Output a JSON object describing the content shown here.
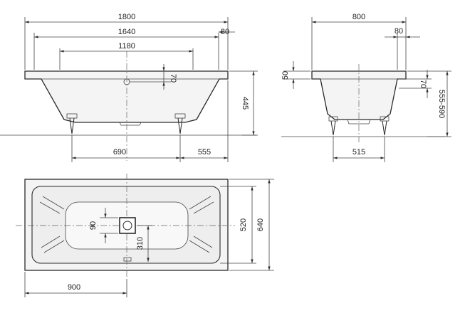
{
  "dimensions": {
    "side_view": {
      "overall_length": "1800",
      "inner_length": "1640",
      "bottom_length": "1180",
      "rim_offset": "80",
      "overflow_height": "70",
      "height": "445",
      "leg_to_center": "690",
      "leg_to_end": "555"
    },
    "end_view": {
      "overall_width": "800",
      "rim_offset": "80",
      "rim_height": "50",
      "overflow_height": "70",
      "total_height": "555-590",
      "leg_spacing": "515"
    },
    "top_view": {
      "drain_width": "90",
      "drain_offset": "310",
      "inner_width": "520",
      "overall_width": "640",
      "drain_from_end": "900"
    }
  }
}
